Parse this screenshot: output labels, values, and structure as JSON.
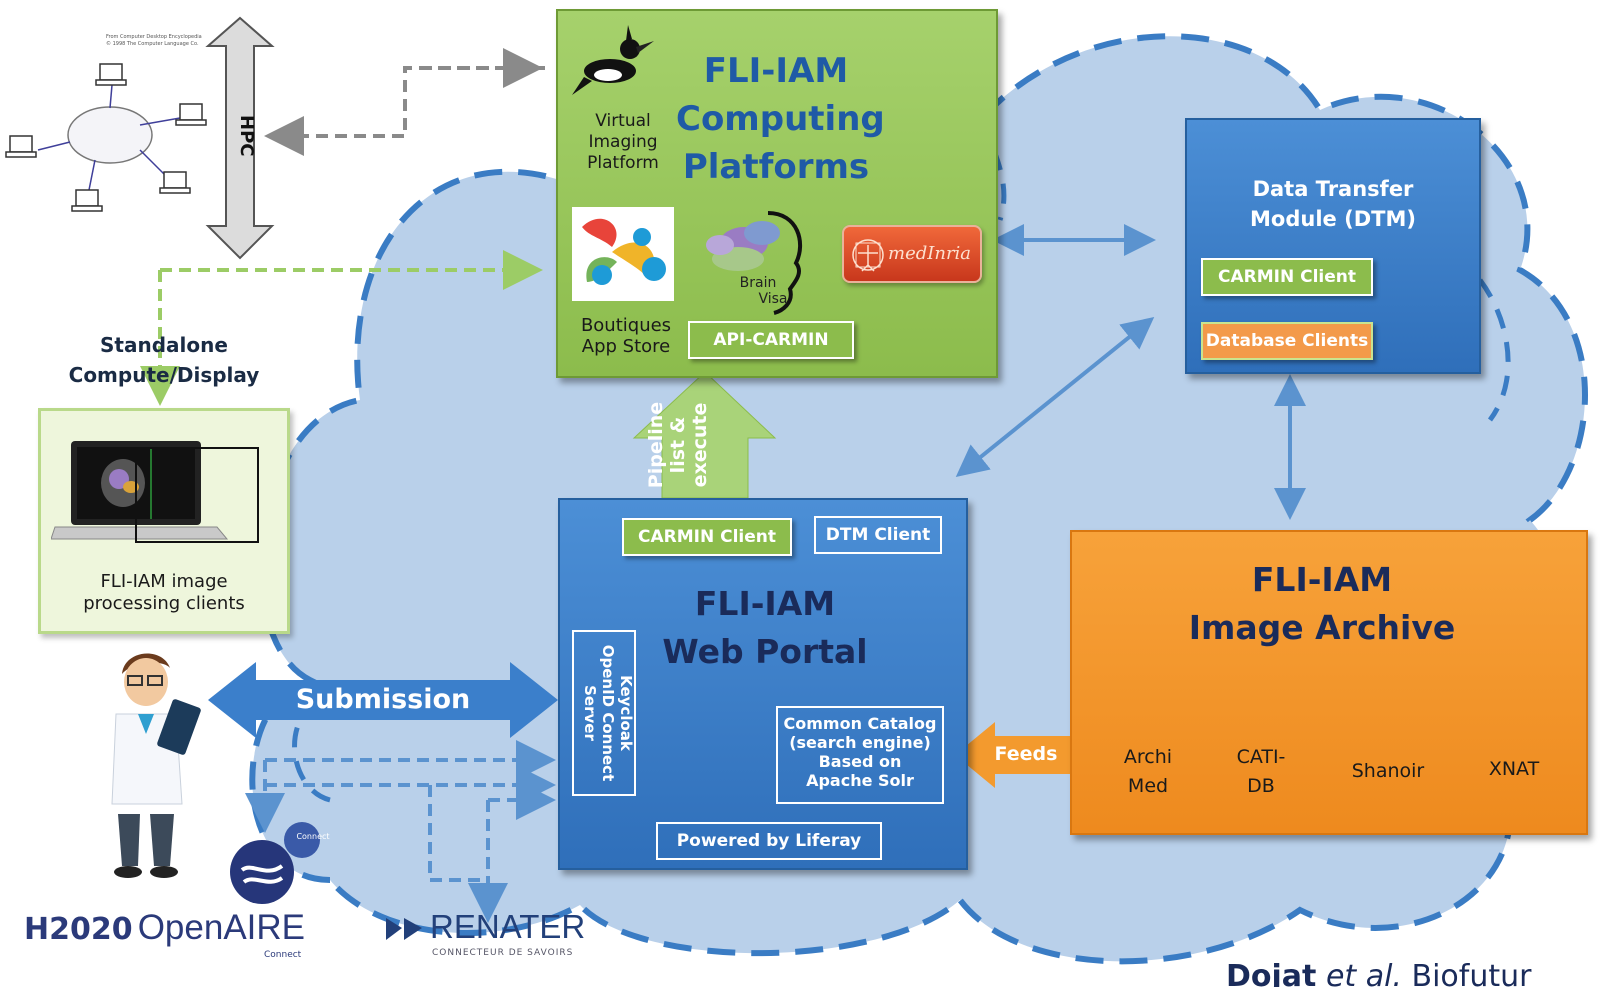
{
  "computing": {
    "title_lines": [
      "FLI-IAM",
      "Computing",
      "Platforms"
    ],
    "vip_label": [
      "Virtual",
      "Imaging",
      "Platform"
    ],
    "boutiques_label": [
      "Boutiques",
      "App Store"
    ],
    "brainvisa_label": [
      "Brain",
      "Visa"
    ],
    "medinria_label": "medInria",
    "api_chip": "API-CARMIN"
  },
  "dtm": {
    "title_lines": [
      "Data Transfer",
      "Module (DTM)"
    ],
    "carmin_chip": "CARMIN Client",
    "db_chip": "Database Clients"
  },
  "hpc": {
    "label": "HPC",
    "doc_lines": [
      "From Computer Desktop Encyclopedia",
      "© 1998 The Computer Language Co."
    ]
  },
  "standalone": {
    "label_lines": [
      "Standalone",
      "Compute/Display"
    ],
    "client_label": [
      "FLI-IAM image",
      "processing clients"
    ]
  },
  "pipeline_label": [
    "Pipeline",
    "list &",
    "execute"
  ],
  "portal": {
    "carmin_chip": "CARMIN Client",
    "dtm_chip": "DTM Client",
    "title_lines": [
      "FLI-IAM",
      "Web Portal"
    ],
    "keycloak_lines": [
      "Keycloak",
      "OpenID Connect",
      "Server"
    ],
    "catalog_lines": [
      "Common Catalog",
      "(search engine)",
      "Based on",
      "Apache Solr"
    ],
    "liferay_chip": "Powered by Liferay"
  },
  "submission_label": "Submission",
  "feeds_label": "Feeds",
  "archive": {
    "title_lines": [
      "FLI-IAM",
      "Image Archive"
    ],
    "databases": [
      {
        "lines": [
          "Archi",
          "Med"
        ]
      },
      {
        "lines": [
          "CATI-",
          "DB"
        ]
      },
      {
        "lines": [
          "Shanoir"
        ]
      },
      {
        "lines": [
          "XNAT"
        ]
      }
    ]
  },
  "logos": {
    "connect_badge": "Connect",
    "h2020": "H2020",
    "openaire": "OpenAIRE",
    "openaire_sub": "Connect",
    "renater": "RENATER",
    "renater_sub": "CONNECTEUR DE SAVOIRS"
  },
  "citation": {
    "author": "Dojat",
    "etal": "et al.",
    "journal": "Biofutur"
  },
  "colors": {
    "cloud_fill": "#b9d0ea",
    "cloud_border": "#3a7cc4",
    "green": "#8cbc4c",
    "blue": "#3b7fcb",
    "orange": "#f39a2e",
    "title_blue": "#1f5aa6"
  }
}
